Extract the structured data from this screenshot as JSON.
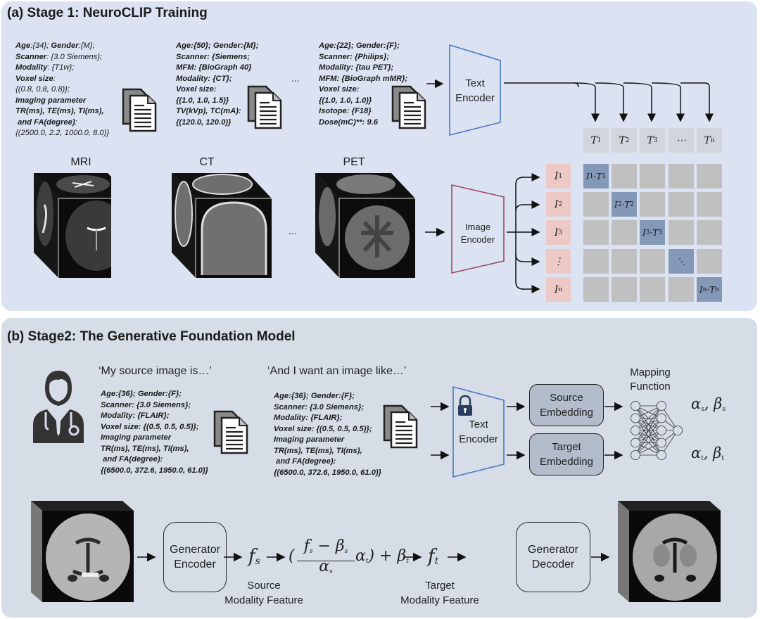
{
  "stage1": {
    "title": "(a) Stage 1: NeuroCLIP Training",
    "records": [
      {
        "lines": [
          {
            "b": "Age",
            "n": ":{34}; "
          },
          {
            "b": "Gender",
            "n": ":{M};"
          },
          {
            "br": true
          },
          {
            "b": "Scanner",
            "n": ": {3.0 Siemens};"
          },
          {
            "br": true
          },
          {
            "b": "Modality",
            "n": ": {T1w};"
          },
          {
            "br": true
          },
          {
            "b": "Voxel size",
            "n": ":"
          },
          {
            "br": true
          },
          {
            "b": "",
            "n": "{(0.8, 0.8, 0.8)};"
          },
          {
            "br": true
          },
          {
            "b": "Imaging parameter",
            "n": ""
          },
          {
            "br": true
          },
          {
            "b": "TR(ms), TE(ms), TI(ms),",
            "n": ""
          },
          {
            "br": true
          },
          {
            "b": " and FA(degree)",
            "n": ":"
          },
          {
            "br": true
          },
          {
            "b": "",
            "n": "{(2500.0, 2.2, 1000.0, 8.0)}"
          }
        ]
      },
      {
        "text": "Age:{50}; Gender:{M};\nScanner: {Siemens;\nMFM: {BioGraph 40}\nModality: {CT};\nVoxel size:\n{(1.0, 1.0, 1.5)}\nTV(kVp), TC(mA):\n{(120.0, 120.0)}"
      },
      {
        "text": "Age:{22}; Gender:{F};\nScanner: {Philips};\nModality: {tau PET};\nMFM: {BioGraph mMR};\nVoxel size:\n{(1.0, 1.0, 1.0)}\nIsotope: {F18}\nDose(mC)**: 9.6"
      }
    ],
    "ellipsis": "...",
    "text_encoder": "Text\nEncoder",
    "image_encoder": "Image\nEncoder",
    "modalities": [
      "MRI",
      "CT",
      "PET"
    ],
    "modality_ellipsis": "...",
    "text_tokens": [
      {
        "base": "T",
        "sub": "1"
      },
      {
        "base": "T",
        "sub": "2"
      },
      {
        "base": "T",
        "sub": "3"
      },
      {
        "base": "⋯",
        "sub": ""
      },
      {
        "base": "T",
        "sub": "n"
      }
    ],
    "image_tokens": [
      {
        "base": "I",
        "sub": "1"
      },
      {
        "base": "I",
        "sub": "2"
      },
      {
        "base": "I",
        "sub": "3"
      },
      {
        "base": "⋮",
        "sub": ""
      },
      {
        "base": "I",
        "sub": "n"
      }
    ],
    "diagonal": [
      {
        "a": "I",
        "as": "1",
        "b": "T",
        "bs": "1"
      },
      {
        "a": "I",
        "as": "2",
        "b": "T",
        "bs": "2"
      },
      {
        "a": "I",
        "as": "3",
        "b": "T",
        "bs": "3"
      },
      {
        "dots": "⋱"
      },
      {
        "a": "I",
        "as": "n",
        "b": "T",
        "bs": "n"
      }
    ],
    "colors": {
      "text_encoder_stroke": "#4a78c2",
      "image_encoder_stroke": "#9a4a5c",
      "text_token_fill": "#d2d6dc",
      "image_token_fill": "#ecc9c5",
      "matrix_fill": "#c0c0c0",
      "matrix_diag_fill": "#8499b8"
    }
  },
  "stage2": {
    "title": "(b) Stage2: The Generative Foundation Model",
    "source_quote": "‘My source image is…’",
    "target_quote": "‘And I want an image like…’",
    "source_meta": "Age:{36}; Gender:{F};\nScanner: {3.0 Siemens};\nModality: {FLAIR};\nVoxel size: {(0.5, 0.5, 0.5)};\nImaging parameter\nTR(ms), TE(ms), TI(ms),\n and FA(degree):\n{(6500.0, 372.6, 1950.0, 61.0)}",
    "target_meta": "Age:{36}; Gender:{F};\nScanner: {3.0 Siemens};\nModality: {FLAIR};\nVoxel size: {(0.5, 0.5, 0.5)};\nImaging parameter\nTR(ms), TE(ms), TI(ms),\n and FA(degree):\n{(6500.0, 372.6, 1950.0, 61.0)}",
    "text_encoder": "Text\nEncoder",
    "source_embedding": "Source\nEmbedding",
    "target_embedding": "Target\nEmbedding",
    "mapping_function": "Mapping\nFunction",
    "alpha_s_beta_s": "αs, βs",
    "alpha_t_beta_t": "αt, βt",
    "generator_encoder": "Generator\nEncoder",
    "generator_decoder": "Generator\nDecoder",
    "f_s": "f",
    "f_s_sub": "s",
    "f_t": "f",
    "f_t_sub": "t",
    "source_feature_label": "Source\nModality Feature",
    "target_feature_label": "Target\nModality Feature",
    "formula": {
      "numerator": "f",
      "numerator_sub": "s",
      "minus": " − β",
      "minus_sub": "s",
      "denominator": "α",
      "denominator_sub": "s",
      "times": "α",
      "times_sub": "t",
      "plus": ") + β",
      "plus_sub": "t",
      "open": "("
    },
    "colors": {
      "embedding_fill": "#b2bccb",
      "text_encoder_stroke": "#4a78c2",
      "lock": "#2b3d5e"
    }
  }
}
